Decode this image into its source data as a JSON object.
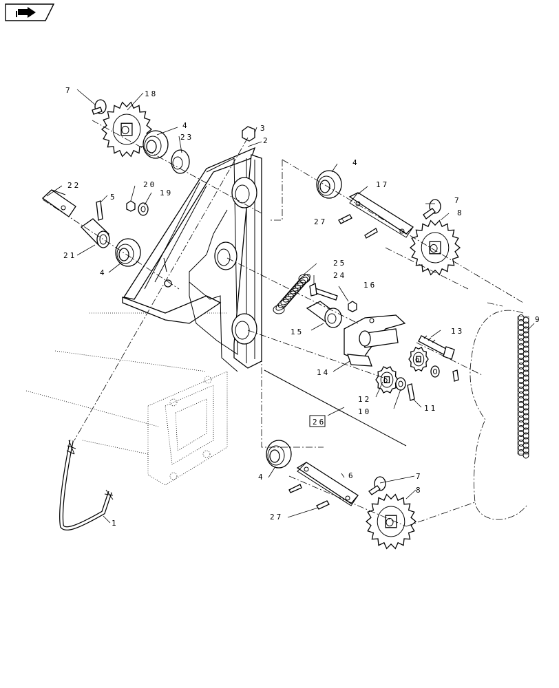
{
  "nav": {
    "icon": "page-nav-arrow-icon"
  },
  "callouts": {
    "c1": "1",
    "c2": "2",
    "c3": "3",
    "c4a": "4",
    "c4b": "4",
    "c4c": "4",
    "c4d": "4",
    "c5": "5",
    "c6": "6",
    "c7a": "7",
    "c7b": "7",
    "c7c": "7",
    "c8a": "8",
    "c8b": "8",
    "c9": "9",
    "c10": "10",
    "c11": "11",
    "c12": "12",
    "c13": "13",
    "c14": "14",
    "c15": "15",
    "c16": "16",
    "c17": "17",
    "c18": "18",
    "c19": "19",
    "c20": "20",
    "c21": "21",
    "c22": "22",
    "c23": "23",
    "c24": "24",
    "c25": "25",
    "c26": "26",
    "c27a": "27",
    "c27b": "27"
  }
}
